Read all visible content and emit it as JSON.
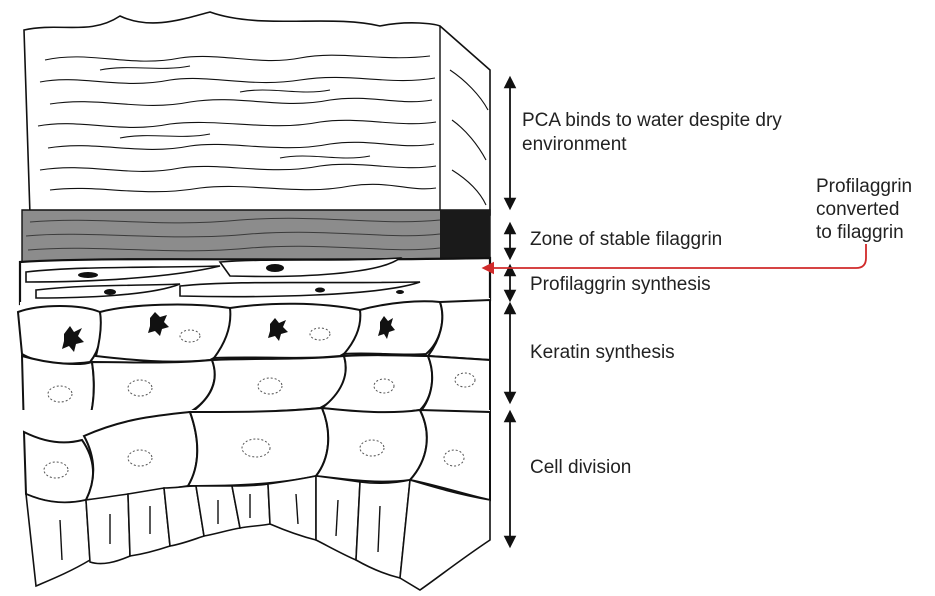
{
  "labels": {
    "pca_binds": "PCA binds to water despite dry environment",
    "zone_stable": "Zone of stable filaggrin",
    "profilaggrin_synthesis": "Profilaggrin synthesis",
    "keratin_synthesis": "Keratin synthesis",
    "cell_division": "Cell division",
    "converted_line1": "Profilaggrin",
    "converted_line2": "converted",
    "converted_line3": "to filaggrin"
  },
  "colors": {
    "ink": "#111111",
    "text": "#222222",
    "pointer": "#d12a2a",
    "granular_fill": "#8c8c8c"
  }
}
